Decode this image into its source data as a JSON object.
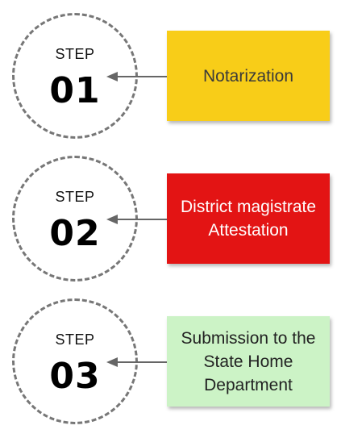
{
  "steps": [
    {
      "word": "STEP",
      "number": "01",
      "label": "Notarization",
      "note_color": "#f8cd18",
      "text_color": "#3a3a3a"
    },
    {
      "word": "STEP",
      "number": "02",
      "label": "District magistrate Attestation",
      "note_color": "#e31414",
      "text_color": "#ffffff"
    },
    {
      "word": "STEP",
      "number": "03",
      "label": "Submission to the State Home Department",
      "note_color": "#ccf3c6",
      "text_color": "#222222"
    }
  ],
  "circle_border_color": "#777777",
  "arrow_color": "#666666"
}
